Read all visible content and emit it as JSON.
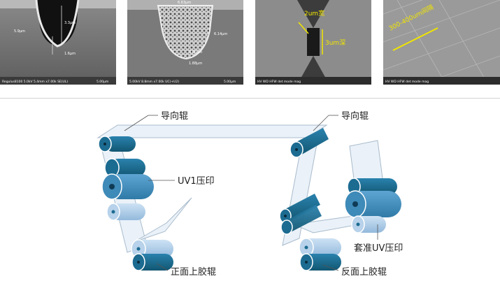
{
  "sem_images": {
    "img1": {
      "scale_bar": "5.00μm",
      "footer": "Regulus8100 5.0kV 5.4mm x7.00k SE(UL)",
      "measurements": [
        "5.9μm",
        "3.3μm",
        "1.6μm"
      ]
    },
    "img2": {
      "scale_bar": "5.00μm",
      "footer": "5.00kV 8.8mm x7.00k UC(+U2)",
      "measurements": [
        "6.63μm",
        "6.14μm",
        "3.06μm",
        "1.88μm"
      ]
    },
    "img3": {
      "annotations": [
        "2um宽",
        "3um深"
      ],
      "footer": "HV  WD  HFW  det  mode  mag"
    },
    "img4": {
      "annotations": [
        "300-400um间隔"
      ],
      "footer": "HV  WD  HFW  det  mode  mag"
    }
  },
  "diagram": {
    "labels": {
      "guide_left": "导向辊",
      "guide_right": "导向辊",
      "uv1": "UV1压印",
      "front_glue": "正面上胶辊",
      "back_glue": "反面上胶辊",
      "registration_uv": "套准UV压印"
    },
    "colors": {
      "dark_blue": "#1c6b91",
      "mid_blue": "#3e8ab8",
      "light_blue": "#a9c9e6",
      "film": "#e6eff7",
      "film_edge": "#9ab0c4"
    }
  }
}
